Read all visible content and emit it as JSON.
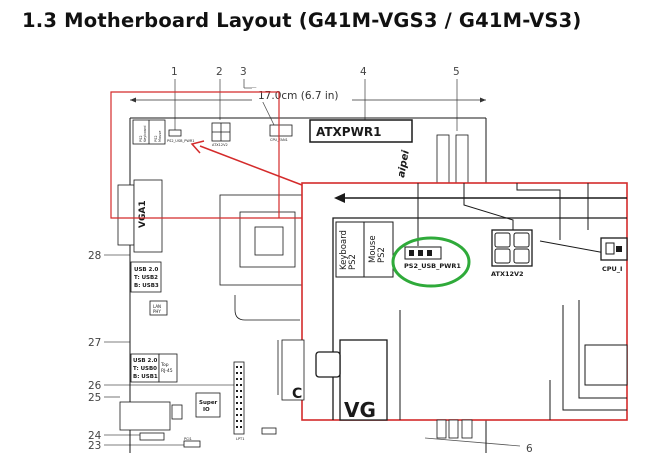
{
  "heading": "1.3 Motherboard Layout (G41M-VGS3 / G41M-VS3)",
  "callouts": [
    "1",
    "2",
    "3",
    "4",
    "5",
    "6",
    "23",
    "24",
    "25",
    "26",
    "27",
    "28"
  ],
  "dimension_label": "17.0cm (6.7 in)",
  "board_labels": {
    "atxpwr1": "ATXPWR1",
    "vga1": "VGA1",
    "usb_group1": [
      "USB 2.0",
      "T: USB2",
      "B: USB3"
    ],
    "usb_group2": [
      "USB 2.0",
      "T: USB0",
      "B: USB1"
    ],
    "lan_phy": [
      "LAN",
      "PHY"
    ],
    "super_io": [
      "Super",
      "IO"
    ],
    "top_rj45": [
      "Top",
      "RJ-45"
    ],
    "ps2_keyboard_small": [
      "PS2",
      "Keyboard"
    ],
    "ps2_mouse_small": [
      "PS2",
      "Mouse"
    ],
    "ps2_usb_pwr1_small": "PS2_USB_PWR1",
    "atx12v2_small": "ATX12V2",
    "cpu_fan1_small": "CPU_FAN1",
    "spi_small": "LPT1",
    "pci_small": "PCI1",
    "brand_fragment": "aipei"
  },
  "zoom_inset": {
    "ps2_keyboard": [
      "PS2",
      "Keyboard"
    ],
    "ps2_mouse": [
      "PS2",
      "Mouse"
    ],
    "ps2_usb_pwr1": "PS2_USB_PWR1",
    "atx12v2": "ATX12V2",
    "cpu_fan_partial": "CPU_I",
    "vga_partial": "VG"
  },
  "colors": {
    "highlight_red": "#d42b2b",
    "highlight_green": "#2faa3a",
    "line": "#1a1a1a",
    "board_fill": "#ffffff",
    "callout_text": "#444444"
  }
}
